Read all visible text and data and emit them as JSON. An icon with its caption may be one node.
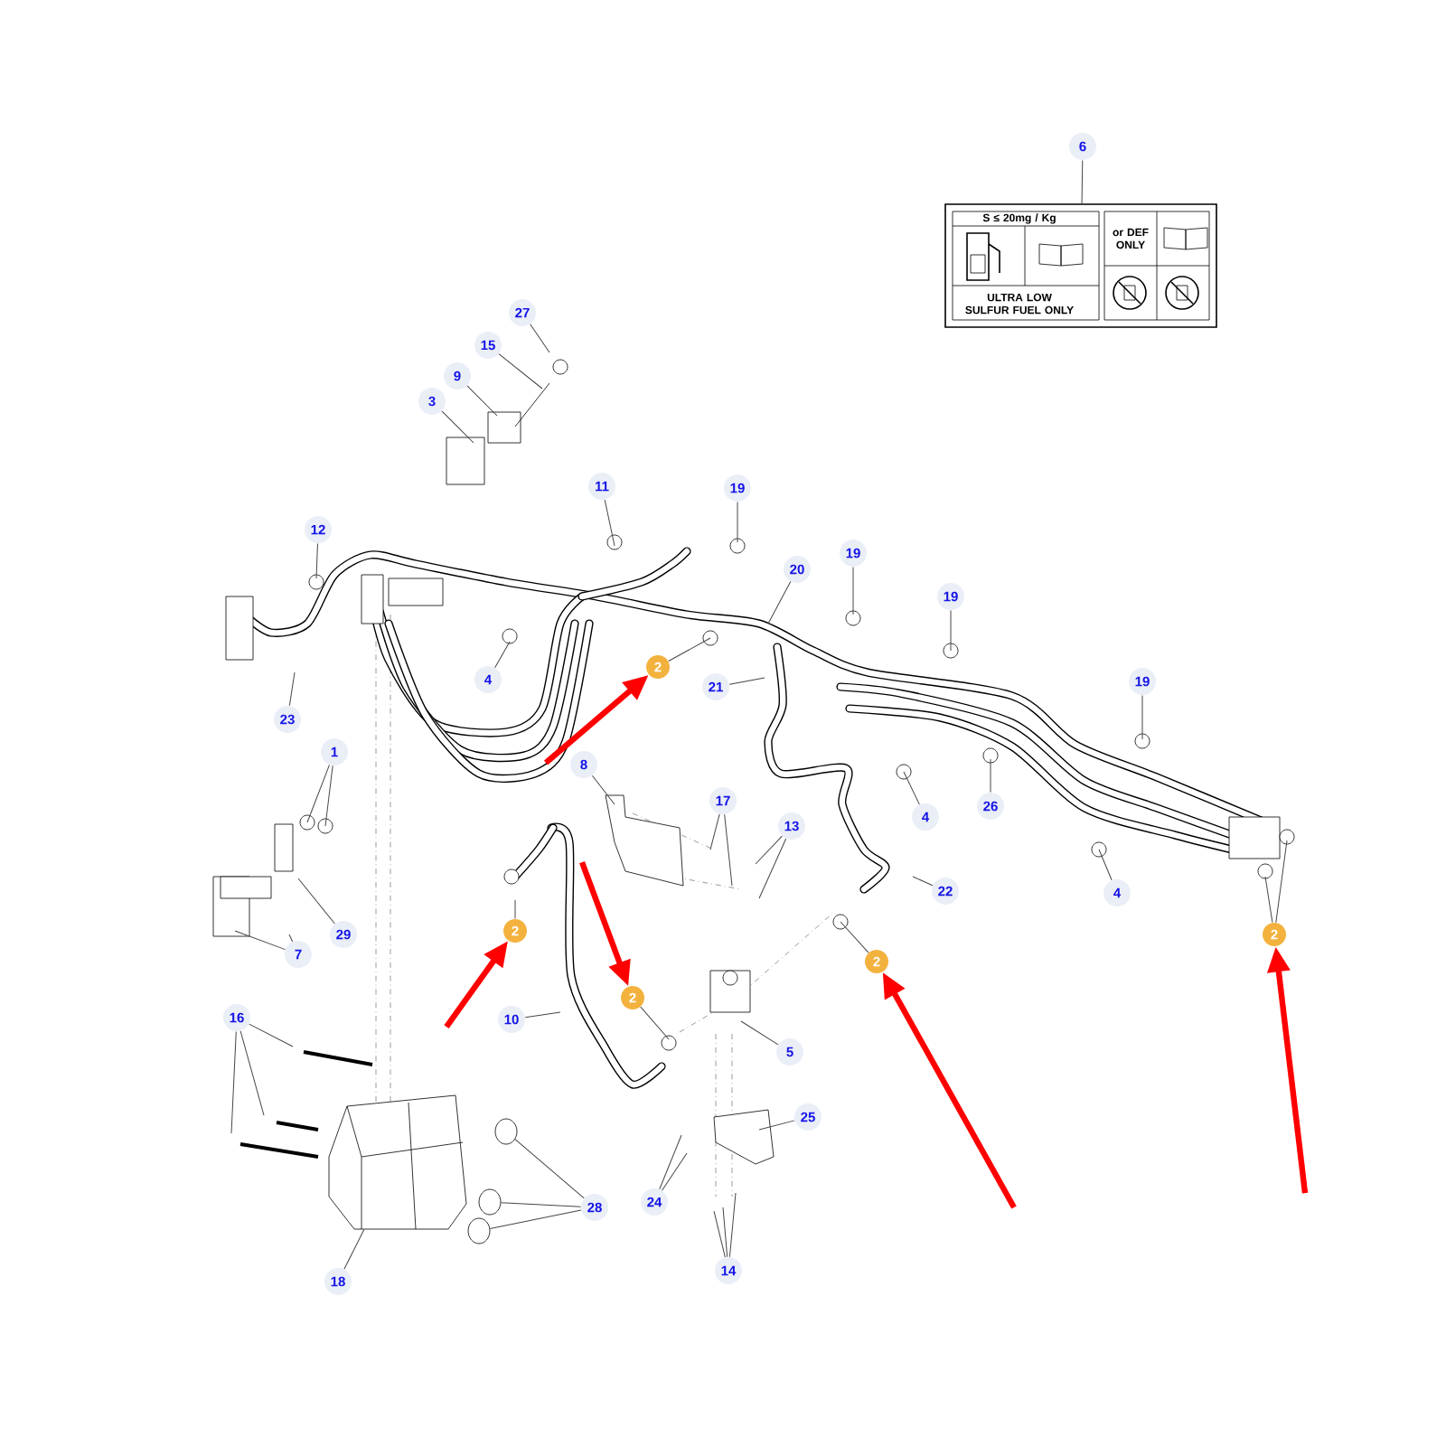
{
  "diagram": {
    "nodes": [
      {
        "text": [
          "6"
        ]
      },
      {
        "text": [
          "S ≤ 20mg / Kg",
          "or DEF ONLY",
          "ULTRA LOW SULFUR FUEL ONLY"
        ]
      },
      {
        "text": [
          "27"
        ]
      },
      {
        "text": [
          "15"
        ]
      },
      {
        "text": [
          "9"
        ]
      },
      {
        "text": [
          "3"
        ]
      },
      {
        "text": [
          "11"
        ]
      },
      {
        "text": [
          "19"
        ]
      },
      {
        "text": [
          "12"
        ]
      },
      {
        "text": [
          "19"
        ]
      },
      {
        "text": [
          "20"
        ]
      },
      {
        "text": [
          "19"
        ]
      },
      {
        "text": [
          "2"
        ]
      },
      {
        "text": [
          "4"
        ]
      },
      {
        "text": [
          "21"
        ]
      },
      {
        "text": [
          "19"
        ]
      },
      {
        "text": [
          "23"
        ]
      },
      {
        "text": [
          "1"
        ]
      },
      {
        "text": [
          "8"
        ]
      },
      {
        "text": [
          "17"
        ]
      },
      {
        "text": [
          "26"
        ]
      },
      {
        "text": [
          "4"
        ]
      },
      {
        "text": [
          "13"
        ]
      },
      {
        "text": [
          "22"
        ]
      },
      {
        "text": [
          "4"
        ]
      },
      {
        "text": [
          "2"
        ]
      },
      {
        "text": [
          "2"
        ]
      },
      {
        "text": [
          "29"
        ]
      },
      {
        "text": [
          "7"
        ]
      },
      {
        "text": [
          "2"
        ]
      },
      {
        "text": [
          "2"
        ]
      },
      {
        "text": [
          "16"
        ]
      },
      {
        "text": [
          "10"
        ]
      },
      {
        "text": [
          "5"
        ]
      },
      {
        "text": [
          "25"
        ]
      },
      {
        "text": [
          "24"
        ]
      },
      {
        "text": [
          "28"
        ]
      },
      {
        "text": [
          "14"
        ]
      },
      {
        "text": [
          "18"
        ]
      },
      {
        "text": [],
        "shape": "cylinder"
      },
      {
        "text": [],
        "shape": "cylinder"
      },
      {
        "text": [],
        "shape": "cylinder"
      },
      {
        "text": [],
        "shape": "picture"
      }
    ],
    "edges": [
      {
        "from": 0,
        "to": 1,
        "arrow": "none"
      },
      {
        "from": 2,
        "to": null,
        "arrow": "none"
      },
      {
        "from": 3,
        "to": null,
        "arrow": "none"
      },
      {
        "from": 4,
        "to": null,
        "arrow": "none"
      },
      {
        "from": 5,
        "to": null,
        "arrow": "none"
      },
      {
        "from": 6,
        "to": null,
        "arrow": "none"
      },
      {
        "from": 7,
        "to": null,
        "arrow": "none"
      },
      {
        "from": 8,
        "to": null,
        "arrow": "none"
      },
      {
        "from": 9,
        "to": null,
        "arrow": "none"
      },
      {
        "from": 10,
        "to": null,
        "arrow": "none"
      },
      {
        "from": 11,
        "to": null,
        "arrow": "none"
      },
      {
        "from": 12,
        "to": null,
        "arrow": "none"
      },
      {
        "from": 13,
        "to": null,
        "arrow": "none"
      },
      {
        "from": 14,
        "to": null,
        "arrow": "none"
      },
      {
        "from": 15,
        "to": null,
        "arrow": "none"
      },
      {
        "from": 16,
        "to": null,
        "arrow": "none"
      },
      {
        "from": 17,
        "to": null,
        "arrow": "none"
      },
      {
        "from": 17,
        "to": null,
        "arrow": "none"
      },
      {
        "from": 18,
        "to": null,
        "arrow": "none"
      },
      {
        "from": 19,
        "to": null,
        "arrow": "none"
      },
      {
        "from": 19,
        "to": null,
        "arrow": "none"
      },
      {
        "from": 20,
        "to": null,
        "arrow": "none"
      },
      {
        "from": 21,
        "to": null,
        "arrow": "none"
      },
      {
        "from": 22,
        "to": null,
        "arrow": "none"
      },
      {
        "from": 22,
        "to": null,
        "arrow": "none"
      },
      {
        "from": 23,
        "to": null,
        "arrow": "none"
      },
      {
        "from": 24,
        "to": null,
        "arrow": "none"
      },
      {
        "from": 25,
        "to": null,
        "arrow": "none"
      },
      {
        "from": 26,
        "to": null,
        "arrow": "none"
      },
      {
        "from": 26,
        "to": null,
        "arrow": "none"
      },
      {
        "from": 27,
        "to": null,
        "arrow": "none"
      },
      {
        "from": 28,
        "to": null,
        "arrow": "none"
      },
      {
        "from": 28,
        "to": null,
        "arrow": "none"
      },
      {
        "from": 29,
        "to": null,
        "arrow": "none"
      },
      {
        "from": 30,
        "to": null,
        "arrow": "none"
      },
      {
        "from": 31,
        "to": null,
        "arrow": "none"
      },
      {
        "from": 31,
        "to": null,
        "arrow": "none"
      },
      {
        "from": 31,
        "to": null,
        "arrow": "none"
      },
      {
        "from": 32,
        "to": null,
        "arrow": "none"
      },
      {
        "from": 33,
        "to": null,
        "arrow": "none"
      },
      {
        "from": 34,
        "to": null,
        "arrow": "none"
      },
      {
        "from": 35,
        "to": null,
        "arrow": "none"
      },
      {
        "from": 35,
        "to": null,
        "arrow": "none"
      },
      {
        "from": 36,
        "to": 39,
        "arrow": "none"
      },
      {
        "from": 36,
        "to": 40,
        "arrow": "none"
      },
      {
        "from": 36,
        "to": 41,
        "arrow": "none"
      },
      {
        "from": 37,
        "to": null,
        "arrow": "none"
      },
      {
        "from": 37,
        "to": null,
        "arrow": "none"
      },
      {
        "from": 37,
        "to": null,
        "arrow": "none"
      },
      {
        "from": 38,
        "to": 42,
        "arrow": "none"
      },
      {
        "from": null,
        "to": 12,
        "arrow": "to",
        "style": "thick",
        "color": "#ff0000"
      },
      {
        "from": null,
        "to": 25,
        "arrow": "to",
        "style": "thick",
        "color": "#ff0000"
      },
      {
        "from": null,
        "to": 30,
        "arrow": "to",
        "style": "thick",
        "color": "#ff0000"
      },
      {
        "from": null,
        "to": 29,
        "arrow": "to",
        "style": "thick",
        "color": "#ff0000"
      },
      {
        "from": null,
        "to": 26,
        "arrow": "to",
        "style": "thick",
        "color": "#ff0000"
      }
    ]
  }
}
